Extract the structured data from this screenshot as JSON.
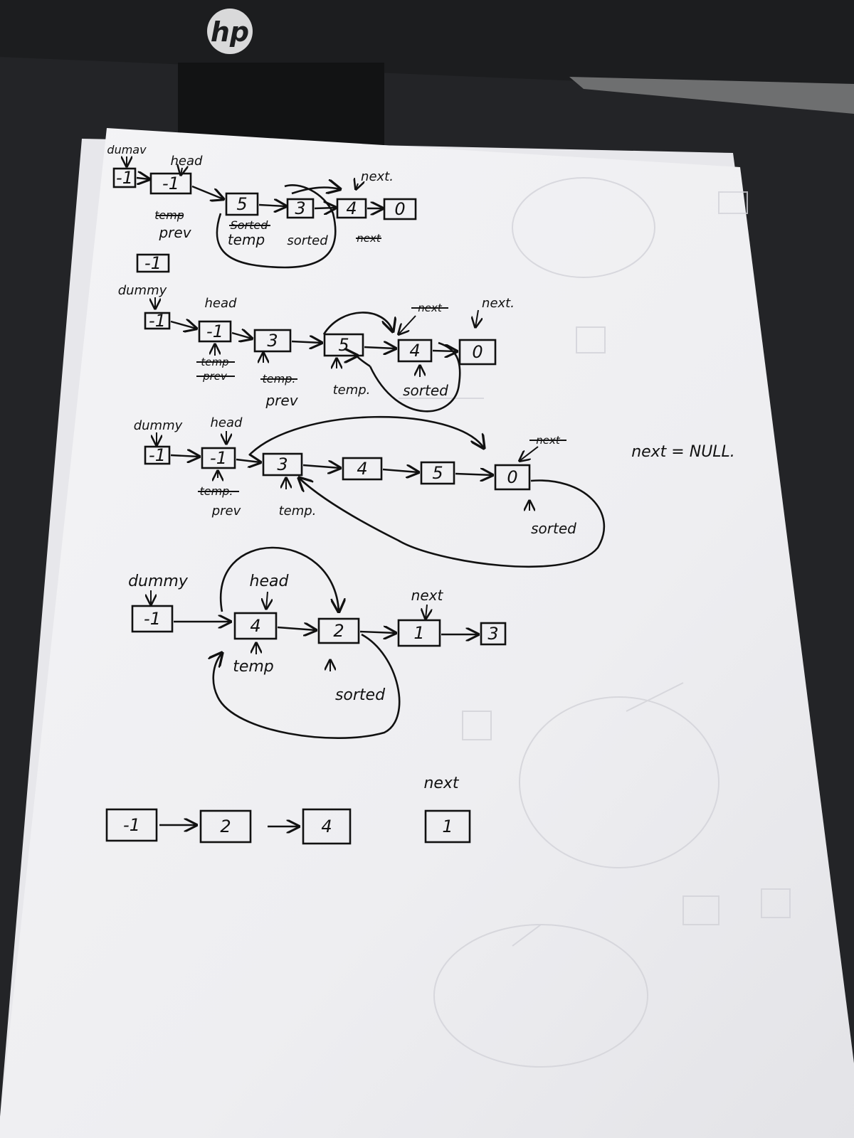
{
  "monitor": {
    "brand_logo": "hp"
  },
  "rows": [
    {
      "nodes": [
        "-1",
        "-1",
        "5",
        "3",
        "4",
        "0"
      ],
      "labels": {
        "dummy": "dumav",
        "head": "head",
        "next_top": "next.",
        "temp_prev_strike": "temp",
        "prev": "prev",
        "sorted_strike": "Sorted",
        "temp": "temp",
        "sorted": "sorted",
        "next_bottom_strike": "next",
        "scratch_box": "-1"
      }
    },
    {
      "nodes": [
        "-1",
        "-1",
        "3",
        "5",
        "4",
        "0"
      ],
      "labels": {
        "dummy": "dummy",
        "head": "head",
        "next_strike": "next",
        "next": "next.",
        "temp_strike": "temp",
        "prev_strike": "prev",
        "temp_strike2": "temp.",
        "prev": "prev",
        "temp": "temp.",
        "sorted": "sorted"
      }
    },
    {
      "nodes": [
        "-1",
        "-1",
        "3",
        "4",
        "5",
        "0"
      ],
      "labels": {
        "dummy": "dummy",
        "head": "head",
        "next_strike": "next",
        "next_null": "next = NULL.",
        "temp_strike": "temp.",
        "prev": "prev",
        "temp": "temp.",
        "sorted": "sorted"
      }
    },
    {
      "nodes": [
        "-1",
        "4",
        "2",
        "1",
        "3"
      ],
      "labels": {
        "dummy": "dummy",
        "head": "head",
        "next": "next",
        "temp": "temp",
        "sorted": "sorted"
      }
    },
    {
      "nodes": [
        "-1",
        "2",
        "4"
      ],
      "detached_node": "1",
      "labels": {
        "next": "next"
      }
    }
  ]
}
